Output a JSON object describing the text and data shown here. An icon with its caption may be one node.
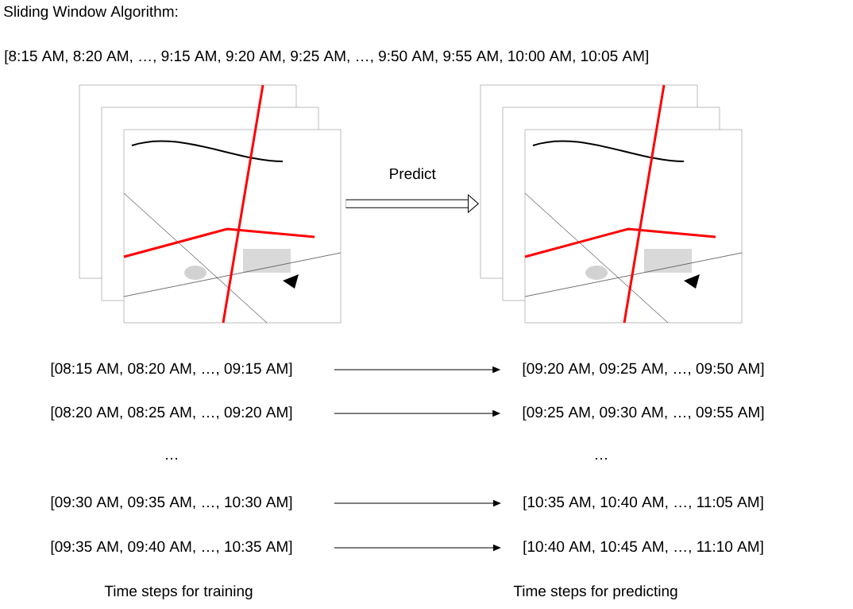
{
  "diagram": {
    "title": "Sliding Window Algorithm:",
    "nodes": [
      {
        "text": [],
        "shape": "picture"
      },
      {
        "text": [],
        "shape": "picture"
      },
      {
        "text": [
          "[08:15 AM, 08:20 AM, …, 09:15 AM]"
        ]
      },
      {
        "text": [
          "[09:20 AM, 09:25 AM, …, 09:50 AM]"
        ]
      },
      {
        "text": [
          "[08:20 AM, 08:25 AM, …, 09:20 AM]"
        ]
      },
      {
        "text": [
          "[09:25 AM, 09:30 AM, …, 09:55 AM]"
        ]
      },
      {
        "text": [
          "[09:30 AM, 09:35 AM, …, 10:30 AM]"
        ]
      },
      {
        "text": [
          "[10:35 AM, 10:40 AM, …, 11:05 AM]"
        ]
      },
      {
        "text": [
          "[09:35 AM, 09:40 AM, …, 10:35 AM]"
        ]
      },
      {
        "text": [
          "[10:40 AM, 10:45 AM, …, 11:10 AM]"
        ]
      }
    ],
    "edges": [
      {
        "from": 0,
        "to": 1,
        "arrow": "to",
        "label": "Predict",
        "style": "thick"
      },
      {
        "from": 2,
        "to": 3,
        "arrow": "to"
      },
      {
        "from": 4,
        "to": 5,
        "arrow": "to"
      },
      {
        "from": 6,
        "to": 7,
        "arrow": "to"
      },
      {
        "from": 8,
        "to": 9,
        "arrow": "to"
      }
    ],
    "labels": [
      "[8:15 AM, 8:20 AM, …, 9:15 AM, 9:20 AM, 9:25 AM, …, 9:50 AM, 9:55 AM, 10:00 AM, 10:05 AM]",
      "…",
      "…",
      "Time steps for training",
      "Time steps for predicting"
    ]
  }
}
